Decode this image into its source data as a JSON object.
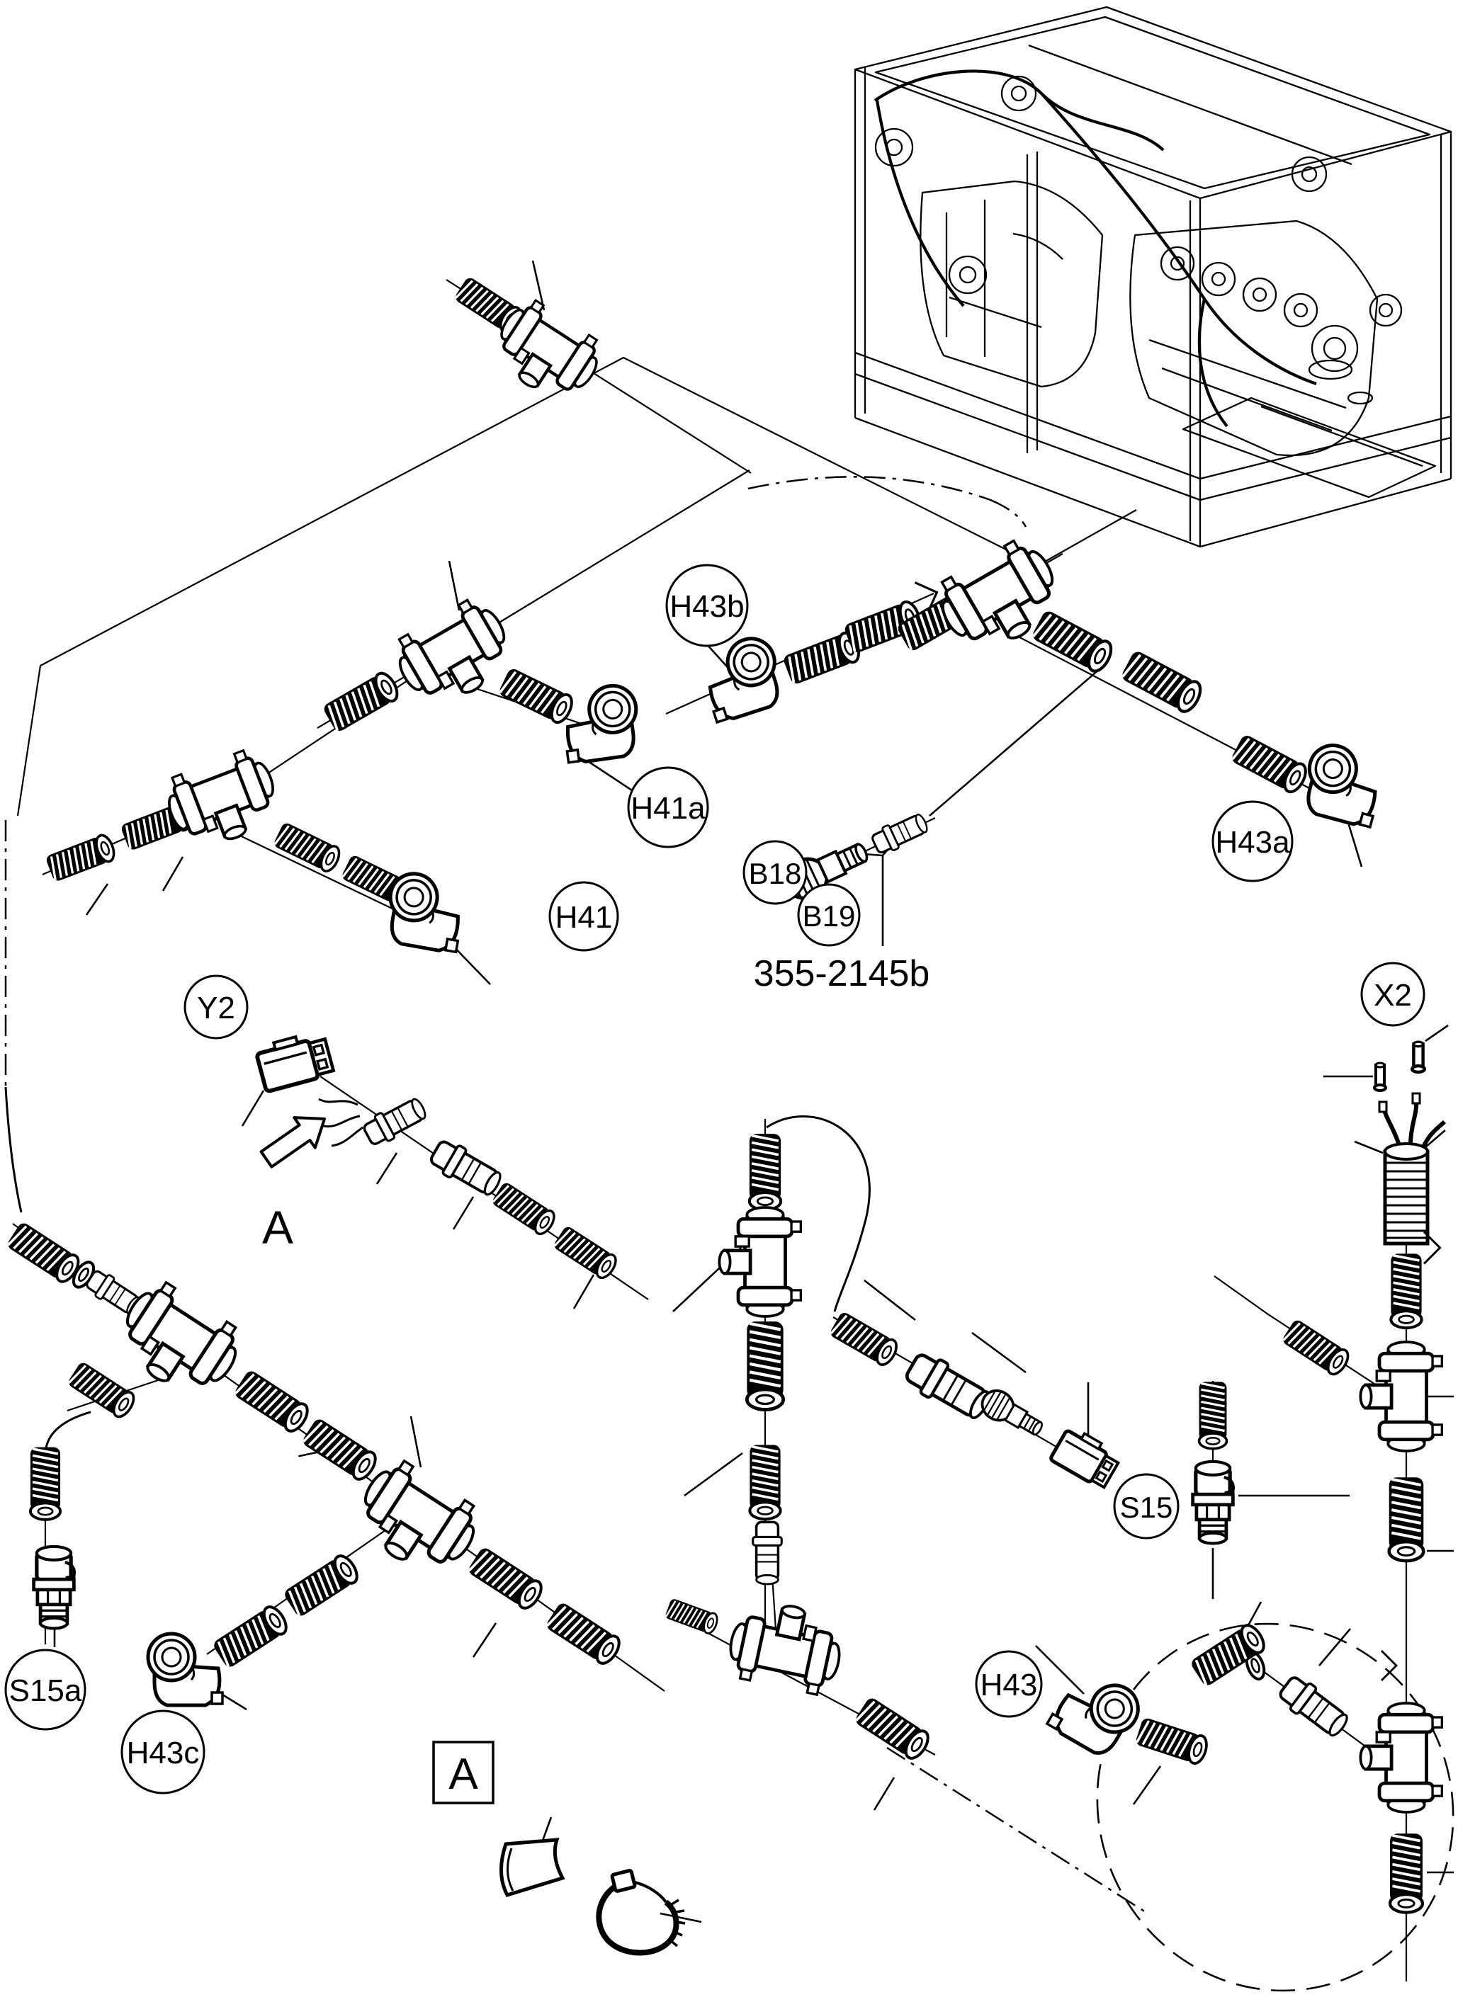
{
  "figure": {
    "type": "exploded-parts-diagram",
    "subject": "generator-set hose and sensor harness",
    "background_color": "#ffffff",
    "line_color": "#000000"
  },
  "callouts": {
    "h43b": "H43b",
    "h41a": "H41a",
    "h41": "H41",
    "b18": "B18",
    "b19": "B19",
    "h43a": "H43a",
    "y2": "Y2",
    "x2": "X2",
    "s15": "S15",
    "s15a": "S15a",
    "h43c": "H43c",
    "h43": "H43"
  },
  "annotations": {
    "part_number": "355-2145b",
    "detail_arrow_letter": "A",
    "detail_box_letter": "A"
  }
}
